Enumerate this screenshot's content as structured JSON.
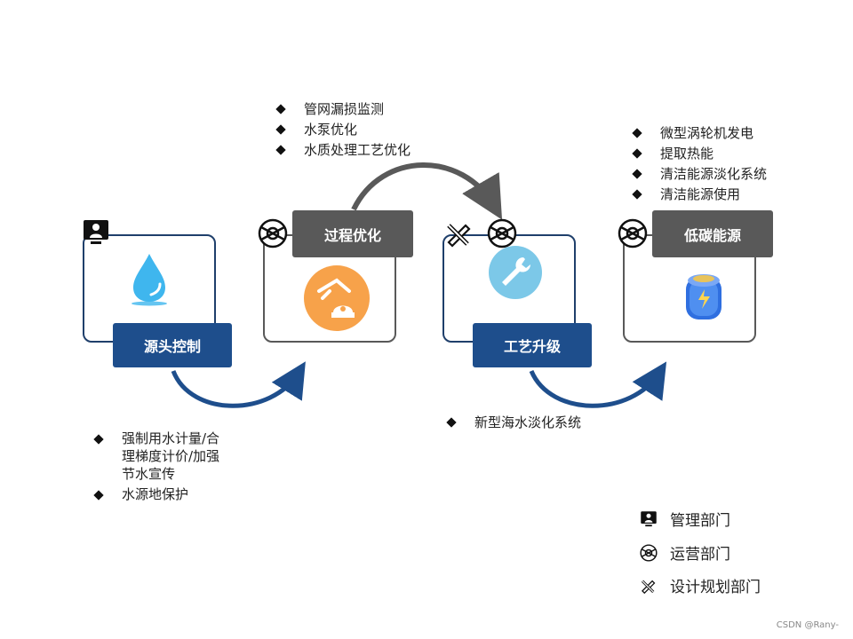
{
  "stages": [
    {
      "label": "源头控制",
      "items": [
        "强制用水计量/合理梯度计价/加强节水宣传",
        "水源地保护"
      ]
    },
    {
      "label": "过程优化",
      "items": [
        "管网漏损监测",
        "水泵优化",
        "水质处理工艺优化"
      ]
    },
    {
      "label": "工艺升级",
      "items": [
        "新型海水淡化系统"
      ]
    },
    {
      "label": "低碳能源",
      "items": [
        "微型涡轮机发电",
        "提取热能",
        "清洁能源淡化系统",
        "清洁能源使用"
      ]
    }
  ],
  "stage1_item1_lines": [
    "强制用水计量/合",
    "理梯度计价/加强",
    "节水宣传"
  ],
  "legend": [
    {
      "icon": "manager-icon",
      "label": "管理部门"
    },
    {
      "icon": "operations-icon",
      "label": "运营部门"
    },
    {
      "icon": "design-icon",
      "label": "设计规划部门"
    }
  ],
  "colors": {
    "blue": "#1e4e8c",
    "gray": "#595959",
    "water": "#3fb6ee",
    "orange": "#f7a24a",
    "wrench_bg": "#7cc8e8"
  },
  "footer": "CSDN @Rany-"
}
